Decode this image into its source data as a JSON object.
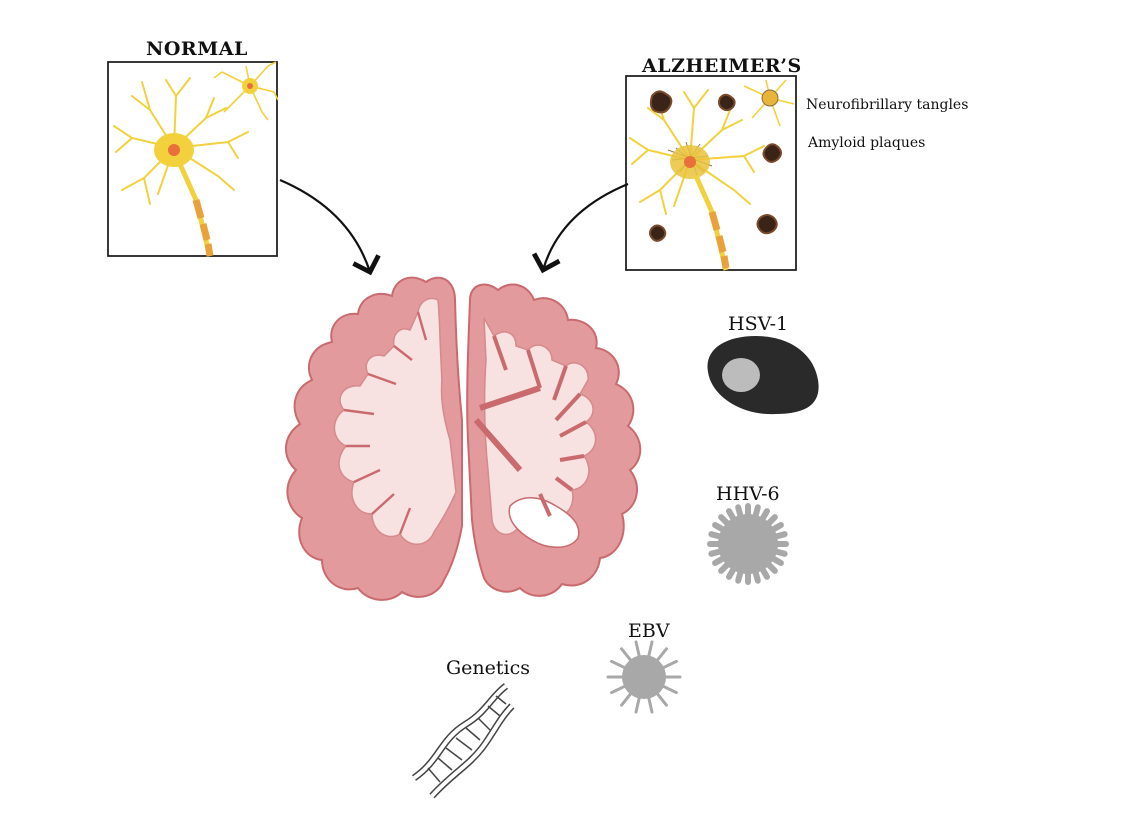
{
  "panels": {
    "normal": {
      "title": "NORMAL"
    },
    "alzheimers": {
      "title": "ALZHEIMER’S",
      "annotations": [
        "Neurofibrillary tangles",
        "Amyloid plaques"
      ]
    }
  },
  "factors": {
    "hsv1": "HSV-1",
    "hhv6": "HHV-6",
    "ebv": "EBV",
    "genetics": "Genetics"
  },
  "colors": {
    "neuron": "#f3d13c",
    "nucleus": "#e8703a",
    "axon": "#e9a23a",
    "brain_outer": "#e39a9c",
    "brain_inner": "#f8e1e1",
    "brain_edge": "#c96a6e",
    "virus_gray": "#a8a8a8",
    "virus_dark": "#2a2a2a",
    "plaque": "#3a2418"
  }
}
